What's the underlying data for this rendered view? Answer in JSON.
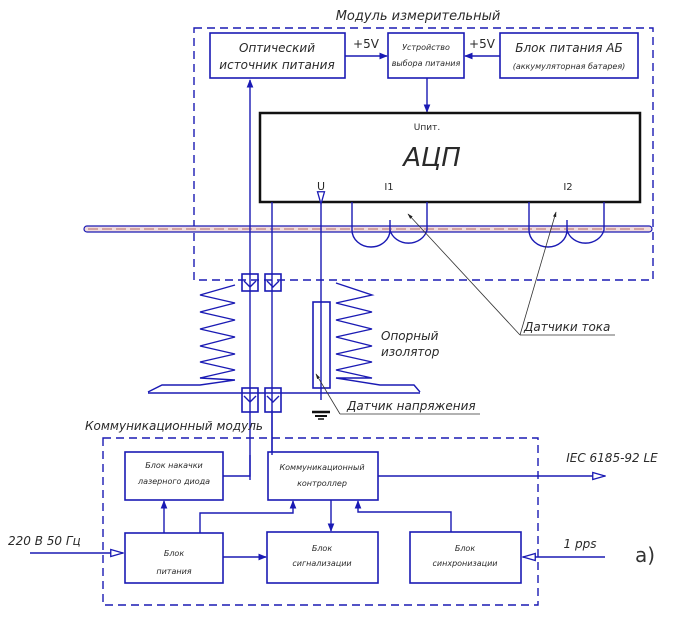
{
  "figure_label": "а)",
  "measuring_module": {
    "title": "Модуль измерительный",
    "optical_source": {
      "line1": "Оптический",
      "line2": "источник питания"
    },
    "power_selector": {
      "line1": "Устройство",
      "line2": "выбора питания"
    },
    "battery_block": {
      "line1": "Блок питания АБ",
      "line2": "(аккумуляторная батарея)"
    },
    "voltage_left": "+5V",
    "voltage_right": "+5V",
    "adc": {
      "title": "АЦП",
      "supply_label": "Uпит.",
      "input_u": "U",
      "input_i1": "I1",
      "input_i2": "I2"
    }
  },
  "labels": {
    "current_sensors": "Датчики тока",
    "support_insulator_line1": "Опорный",
    "support_insulator_line2": "изолятор",
    "voltage_sensor": "Датчик напряжения"
  },
  "communication_module": {
    "title": "Коммуникационный модуль",
    "laser_pump": {
      "line1": "Блок накачки",
      "line2": "лазерного диода"
    },
    "comm_controller": {
      "line1": "Коммуникационный",
      "line2": "контроллер"
    },
    "power_block": {
      "line1": "Блок",
      "line2": "питания"
    },
    "signal_block": {
      "line1": "Блок",
      "line2": "сигнализации"
    },
    "sync_block": {
      "line1": "Блок",
      "line2": "синхронизации"
    }
  },
  "external": {
    "mains_input": "220 В   50 Гц",
    "output_protocol": "IEC 6185-92 LE",
    "sync_input": "1 pps"
  },
  "colors": {
    "wire": "#1a1ab4",
    "text": "#2a2a2a",
    "adc_border": "#111111",
    "busbar": "#c89090"
  }
}
